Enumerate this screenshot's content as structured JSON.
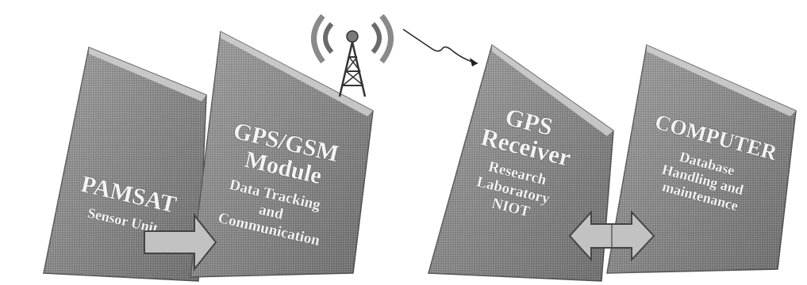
{
  "diagram": {
    "blocks": [
      {
        "id": "pamsat",
        "title_lines": [
          "PAMSAT"
        ],
        "sub_lines": [
          "Sensor Unit"
        ]
      },
      {
        "id": "gps-gsm",
        "title_lines": [
          "GPS/GSM",
          "Module"
        ],
        "sub_lines": [
          "Data Tracking",
          "and",
          "Communication"
        ]
      },
      {
        "id": "gps-receiver",
        "title_lines": [
          "GPS",
          "Receiver"
        ],
        "sub_lines": [
          "Research",
          "Laboratory",
          "NIOT"
        ]
      },
      {
        "id": "computer",
        "title_lines": [
          "COMPUTER"
        ],
        "sub_lines": [
          "Database",
          "Handling and",
          "maintenance"
        ]
      }
    ],
    "connectors": [
      {
        "type": "arrow-right",
        "from": "pamsat",
        "to": "gps-gsm"
      },
      {
        "type": "wireless-link",
        "from": "gps-gsm",
        "to": "gps-receiver"
      },
      {
        "type": "arrow-bidirectional",
        "from": "gps-receiver",
        "to": "computer"
      }
    ],
    "icons": [
      "antenna-tower-icon"
    ],
    "colors": {
      "block_fill": "#8a8a8a",
      "block_edge": "#cfcfcf",
      "text": "#f4f4f4",
      "arrow_fill": "#c2c2c2"
    }
  }
}
